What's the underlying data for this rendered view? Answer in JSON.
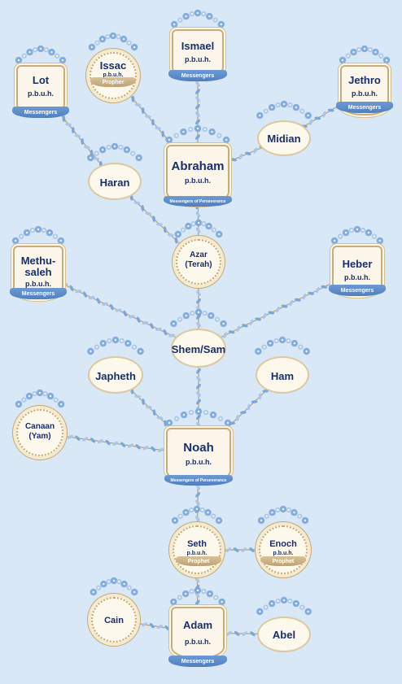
{
  "people": {
    "lot": {
      "name": "Lot",
      "honorific": "p.b.u.h.",
      "ribbon": "Messengers"
    },
    "issac": {
      "name": "Issac",
      "honorific": "p.b.u.h.",
      "ribbon": "Propher"
    },
    "ismael": {
      "name": "Ismael",
      "honorific": "p.b.u.h.",
      "ribbon": "Messengers"
    },
    "jethro": {
      "name": "Jethro",
      "honorific": "p.b.u.h.",
      "ribbon": "Messengers"
    },
    "midian": {
      "name": "Midian"
    },
    "abraham": {
      "name": "Abraham",
      "honorific": "p.b.u.h.",
      "ribbon": "Messengers of Perseverance"
    },
    "haran": {
      "name": "Haran"
    },
    "azar": {
      "name": "Azar (Terah)"
    },
    "methusaleh": {
      "name": "Methu-saleh",
      "honorific": "p.b.u.h.",
      "ribbon": "Messengers"
    },
    "heber": {
      "name": "Heber",
      "honorific": "p.b.u.h.",
      "ribbon": "Messengers"
    },
    "shem": {
      "name": "Shem/Sam"
    },
    "japheth": {
      "name": "Japheth"
    },
    "ham": {
      "name": "Ham"
    },
    "canaan": {
      "name": "Canaan (Yam)"
    },
    "noah": {
      "name": "Noah",
      "honorific": "p.b.u.h.",
      "ribbon": "Messengers of Perseverance"
    },
    "seth": {
      "name": "Seth",
      "honorific": "p.b.u.h.",
      "ribbon": "Prophet"
    },
    "enoch": {
      "name": "Enoch",
      "honorific": "p.b.u.h.",
      "ribbon": "Prophet"
    },
    "cain": {
      "name": "Cain"
    },
    "adam": {
      "name": "Adam",
      "honorific": "p.b.u.h.",
      "ribbon": "Messengers"
    },
    "abel": {
      "name": "Abel"
    }
  },
  "colors": {
    "background": "#d8e8f6",
    "text": "#1a2f6a",
    "ribbon_blue": "#5b8bca",
    "ribbon_tan": "#c9ae82",
    "frame_gold": "#c9ad78",
    "vine_blue": "#7aa6dc"
  },
  "connections": [
    [
      "lot",
      "haran"
    ],
    [
      "haran",
      "azar"
    ],
    [
      "azar",
      "abraham"
    ],
    [
      "abraham",
      "issac"
    ],
    [
      "abraham",
      "ismael"
    ],
    [
      "abraham",
      "midian"
    ],
    [
      "midian",
      "jethro"
    ],
    [
      "azar",
      "shem"
    ],
    [
      "methusaleh",
      "shem"
    ],
    [
      "heber",
      "shem"
    ],
    [
      "shem",
      "noah"
    ],
    [
      "japheth",
      "noah"
    ],
    [
      "ham",
      "noah"
    ],
    [
      "canaan",
      "noah"
    ],
    [
      "noah",
      "seth"
    ],
    [
      "seth",
      "enoch"
    ],
    [
      "seth",
      "adam"
    ],
    [
      "cain",
      "adam"
    ],
    [
      "adam",
      "abel"
    ]
  ]
}
